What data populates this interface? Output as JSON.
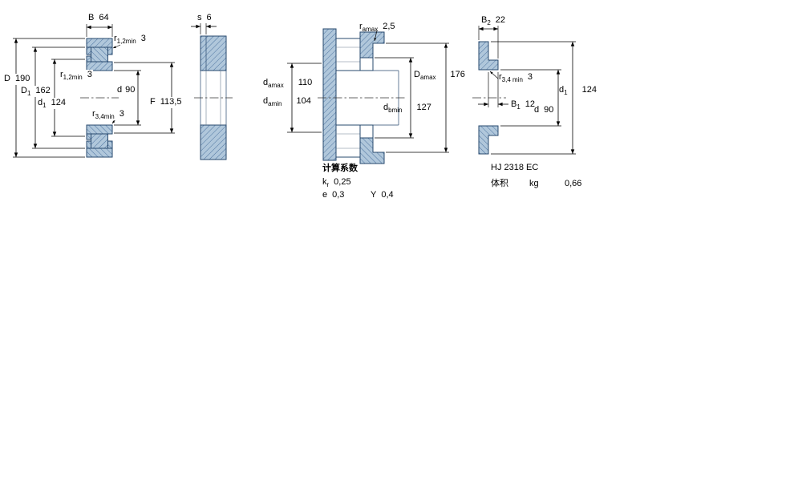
{
  "f1": {
    "B": {
      "sym": "B",
      "sub": "",
      "val": "64"
    },
    "r12top": {
      "sym": "r",
      "sub": "1,2min",
      "val": "3"
    },
    "D": {
      "sym": "D",
      "sub": "",
      "val": "190"
    },
    "D1": {
      "sym": "D",
      "sub": "1",
      "val": "162"
    },
    "r12inner": {
      "sym": "r",
      "sub": "1,2min",
      "val": "3"
    },
    "d1": {
      "sym": "d",
      "sub": "1",
      "val": "124"
    },
    "d": {
      "sym": "d",
      "sub": "",
      "val": "90"
    },
    "r34": {
      "sym": "r",
      "sub": "3,4min",
      "val": "3"
    },
    "F": {
      "sym": "F",
      "sub": "",
      "val": "113,5"
    }
  },
  "f2": {
    "s": {
      "sym": "s",
      "sub": "",
      "val": "6"
    }
  },
  "f3": {
    "ramax": {
      "sym": "r",
      "sub": "amax",
      "val": "2,5"
    },
    "damax": {
      "sym": "d",
      "sub": "amax",
      "val": "110"
    },
    "damin": {
      "sym": "d",
      "sub": "amin",
      "val": "104"
    },
    "Damax": {
      "sym": "D",
      "sub": "amax",
      "val": "176"
    },
    "dbmin": {
      "sym": "d",
      "sub": "bmin",
      "val": "127"
    },
    "factors_heading": "计算系数",
    "kr": {
      "sym": "k",
      "sub": "r",
      "val": "0,25"
    },
    "e": {
      "sym": "e",
      "sub": "",
      "val": "0,3"
    },
    "Y": {
      "sym": "Y",
      "sub": "",
      "val": "0,4"
    }
  },
  "f4": {
    "B2": {
      "sym": "B",
      "sub": "2",
      "val": "22"
    },
    "r34min": {
      "sym": "r",
      "sub": "3,4 min",
      "val": "3"
    },
    "d1": {
      "sym": "d",
      "sub": "1",
      "val": "124"
    },
    "B1": {
      "sym": "B",
      "sub": "1",
      "val": "12"
    },
    "d": {
      "sym": "d",
      "sub": "",
      "val": "90"
    },
    "designation": "HJ 2318 EC",
    "weight_label": "体积",
    "weight_unit": "kg",
    "weight_value": "0,66"
  },
  "colors": {
    "fill": "#b0c7db",
    "hatch": "#4e74a0",
    "outline": "#27486e"
  }
}
